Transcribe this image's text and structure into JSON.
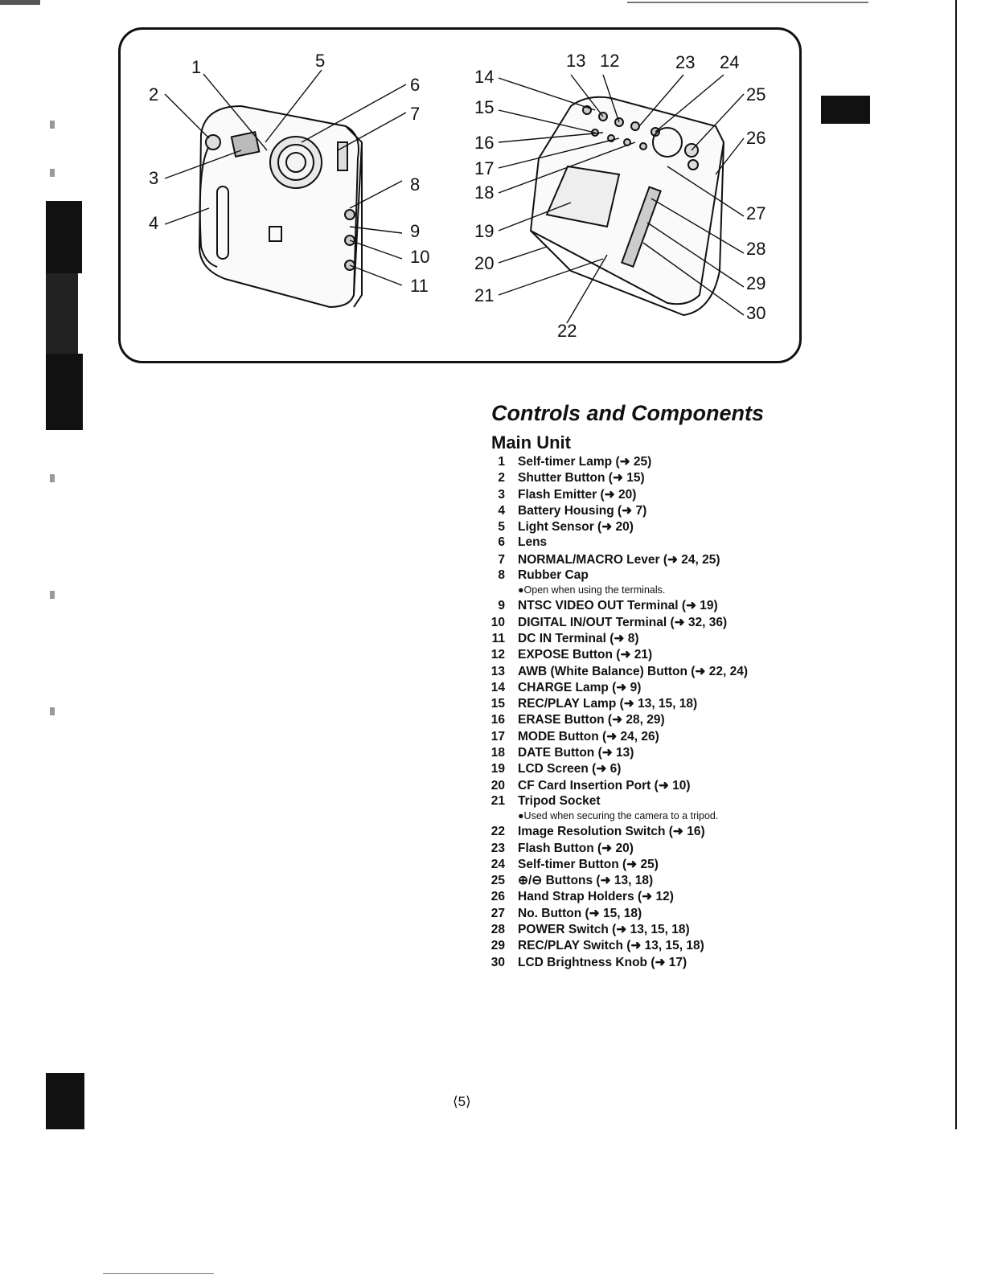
{
  "figure": {
    "callouts": [
      "1",
      "2",
      "3",
      "4",
      "5",
      "6",
      "7",
      "8",
      "9",
      "10",
      "11",
      "12",
      "13",
      "14",
      "15",
      "16",
      "17",
      "18",
      "19",
      "20",
      "21",
      "22",
      "23",
      "24",
      "25",
      "26",
      "27",
      "28",
      "29",
      "30"
    ]
  },
  "section": {
    "heading": "Controls and Components",
    "subheading": "Main Unit"
  },
  "items": [
    {
      "num": "1",
      "label": "Self-timer Lamp (➜ 25)"
    },
    {
      "num": "2",
      "label": "Shutter Button (➜ 15)"
    },
    {
      "num": "3",
      "label": "Flash Emitter (➜ 20)"
    },
    {
      "num": "4",
      "label": "Battery Housing (➜ 7)"
    },
    {
      "num": "5",
      "label": "Light Sensor (➜ 20)"
    },
    {
      "num": "6",
      "label": "Lens"
    },
    {
      "num": "7",
      "label": "NORMAL/MACRO Lever (➜ 24, 25)"
    },
    {
      "num": "8",
      "label": "Rubber Cap",
      "note": "●Open when using the terminals."
    },
    {
      "num": "9",
      "label": "NTSC VIDEO OUT Terminal (➜ 19)"
    },
    {
      "num": "10",
      "label": "DIGITAL IN/OUT Terminal (➜ 32, 36)"
    },
    {
      "num": "11",
      "label": "DC IN Terminal (➜ 8)"
    },
    {
      "num": "12",
      "label": "EXPOSE Button (➜ 21)"
    },
    {
      "num": "13",
      "label": "AWB (White Balance) Button (➜ 22, 24)"
    },
    {
      "num": "14",
      "label": "CHARGE Lamp (➜ 9)"
    },
    {
      "num": "15",
      "label": "REC/PLAY Lamp (➜ 13, 15, 18)"
    },
    {
      "num": "16",
      "label": "ERASE Button (➜ 28, 29)"
    },
    {
      "num": "17",
      "label": "MODE Button (➜ 24, 26)"
    },
    {
      "num": "18",
      "label": "DATE Button (➜ 13)"
    },
    {
      "num": "19",
      "label": "LCD Screen (➜ 6)"
    },
    {
      "num": "20",
      "label": "CF Card Insertion Port (➜ 10)"
    },
    {
      "num": "21",
      "label": "Tripod Socket",
      "note": "●Used when securing the camera to a tripod."
    },
    {
      "num": "22",
      "label": "Image Resolution Switch (➜ 16)"
    },
    {
      "num": "23",
      "label": "Flash Button (➜ 20)"
    },
    {
      "num": "24",
      "label": "Self-timer Button (➜ 25)"
    },
    {
      "num": "25",
      "label": "⊕/⊖ Buttons (➜ 13, 18)"
    },
    {
      "num": "26",
      "label": "Hand Strap Holders (➜ 12)"
    },
    {
      "num": "27",
      "label": "No. Button (➜ 15, 18)"
    },
    {
      "num": "28",
      "label": "POWER Switch (➜ 13, 15, 18)"
    },
    {
      "num": "29",
      "label": "REC/PLAY Switch (➜ 13, 15, 18)"
    },
    {
      "num": "30",
      "label": "LCD Brightness Knob (➜ 17)"
    }
  ],
  "page_number": "⟨5⟩",
  "colors": {
    "ink": "#111111",
    "paper": "#ffffff"
  }
}
